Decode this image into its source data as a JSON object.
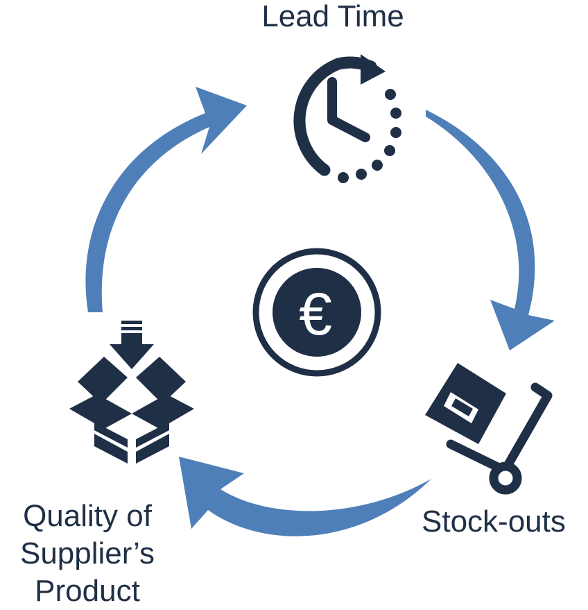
{
  "labels": {
    "lead_time": "Lead Time",
    "stock_outs": "Stock-outs",
    "quality_line1": "Quality of",
    "quality_line2": "Supplier’s",
    "quality_line3": "Product"
  },
  "center": {
    "symbol": "€"
  },
  "colors": {
    "arrow": "#4f7fb8",
    "icon": "#1f2f46",
    "text": "#1f2f46"
  },
  "icons": {
    "top": "clock-refresh-icon",
    "right": "hand-truck-box-icon",
    "left": "open-box-down-arrow-icon",
    "center": "euro-coin-icon"
  }
}
